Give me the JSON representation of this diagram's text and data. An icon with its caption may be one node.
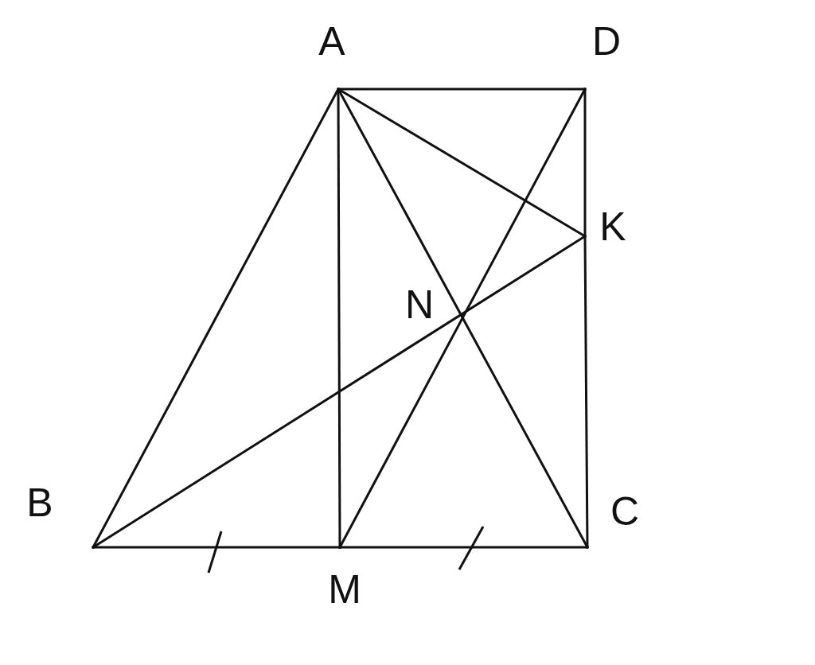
{
  "diagram": {
    "nodes": [
      {
        "text": [
          "A"
        ]
      },
      {
        "text": [
          "D"
        ]
      },
      {
        "text": [
          "K"
        ]
      },
      {
        "text": [
          "B"
        ]
      },
      {
        "text": [
          "M"
        ]
      },
      {
        "text": [
          "C"
        ]
      }
    ],
    "edges": [
      {
        "from": 0,
        "to": 1,
        "arrow": "none"
      },
      {
        "from": 0,
        "to": 3,
        "arrow": "none"
      },
      {
        "from": 0,
        "to": 4,
        "arrow": "none"
      },
      {
        "from": 0,
        "to": 5,
        "arrow": "none"
      },
      {
        "from": 0,
        "to": 2,
        "arrow": "none"
      },
      {
        "from": 1,
        "to": 2,
        "arrow": "none"
      },
      {
        "from": 2,
        "to": 5,
        "arrow": "none"
      },
      {
        "from": 3,
        "to": 2,
        "arrow": "none"
      },
      {
        "from": 1,
        "to": 4,
        "arrow": "none"
      },
      {
        "from": 3,
        "to": 4,
        "arrow": "none"
      },
      {
        "from": 4,
        "to": 5,
        "arrow": "none"
      }
    ],
    "labels": [
      "N"
    ]
  }
}
